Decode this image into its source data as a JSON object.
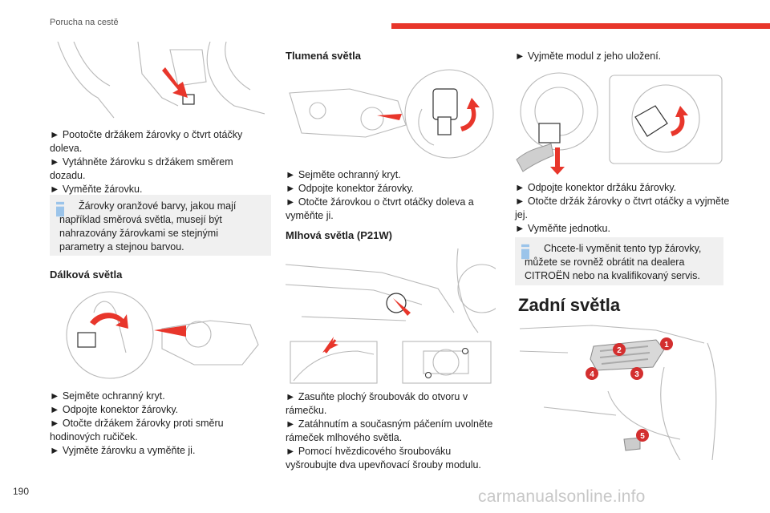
{
  "header": {
    "title": "Porucha na cestě",
    "page_number": "190"
  },
  "watermark": "carmanualsonline.info",
  "col1": {
    "steps1": [
      "► Pootočte držákem žárovky o čtvrt otáčky doleva.",
      "► Vytáhněte žárovku s držákem směrem dozadu.",
      "► Vyměňte žárovku."
    ],
    "info": "Žárovky oranžové barvy, jakou mají například směrová světla, musejí být nahrazovány žárovkami se stejnými parametry a stejnou barvou.",
    "heading_high": "Dálková světla",
    "steps2": [
      "► Sejměte ochranný kryt.",
      "► Odpojte konektor žárovky.",
      "► Otočte držákem žárovky proti směru hodinových ručiček.",
      "► Vyjměte žárovku a vyměňte ji."
    ]
  },
  "col2": {
    "heading_low": "Tlumená světla",
    "steps1": [
      "► Sejměte ochranný kryt.",
      "► Odpojte konektor žárovky.",
      "► Otočte žárovkou o čtvrt otáčky doleva a vyměňte ji."
    ],
    "heading_fog": "Mlhová světla (P21W)",
    "steps2": [
      "► Zasuňte plochý šroubovák do otvoru v rámečku.",
      "► Zatáhnutím a současným páčením uvolněte rámeček mlhového světla.",
      "► Pomocí hvězdicového šroubováku vyšroubujte dva upevňovací šrouby modulu."
    ]
  },
  "col3": {
    "step_top": "► Vyjměte modul z jeho uložení.",
    "steps1": [
      "► Odpojte konektor držáku žárovky.",
      "► Otočte držák žárovky o čtvrt otáčky a vyjměte jej.",
      "► Vyměňte jednotku."
    ],
    "info": "Chcete-li vyměnit tento typ žárovky, můžete se rovněž obrátit na dealera CITROËN nebo na kvalifikovaný servis.",
    "heading_rear": "Zadní světla",
    "callouts": [
      "1",
      "2",
      "3",
      "4",
      "5"
    ]
  },
  "colors": {
    "accent": "#e8362b",
    "info_bg": "#f0f0f0",
    "info_icon": "#9bc4ea"
  },
  "icons": [
    "info-icon",
    "arrow-icon"
  ]
}
